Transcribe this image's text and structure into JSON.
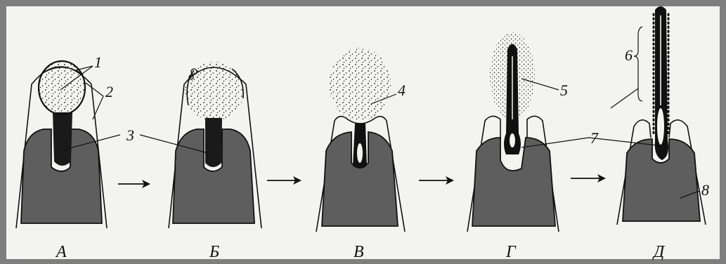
{
  "stages": [
    {
      "id": "a",
      "label": "А"
    },
    {
      "id": "b",
      "label": "Б"
    },
    {
      "id": "v",
      "label": "В"
    },
    {
      "id": "g",
      "label": "Г"
    },
    {
      "id": "d",
      "label": "Д"
    }
  ],
  "callouts": {
    "n1": "1",
    "n2": "2",
    "n3": "3",
    "n4": "4",
    "n5": "5",
    "n6": "6",
    "n7": "7",
    "n8": "8"
  },
  "colors": {
    "frame": "#7e7e7e",
    "paper": "#f3f3f1",
    "tissue": "#5e5e5e",
    "ink": "#111111"
  }
}
